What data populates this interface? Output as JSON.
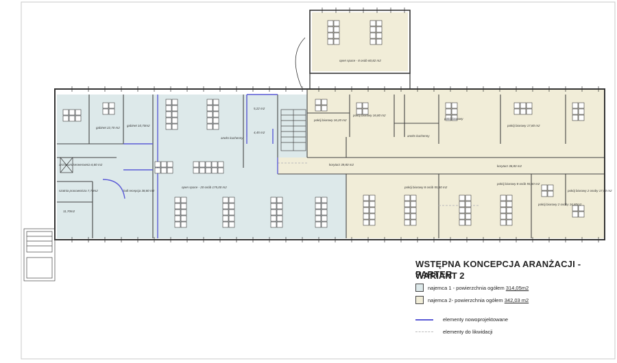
{
  "title": "WSTĘPNA KONCEPCJA ARANŻACJI - PARTER",
  "subtitle": "WARIANT 2",
  "legend": {
    "tenant1": {
      "label": "najemca 1 - powierzchnia ogółem",
      "area": "314,05m2",
      "color": "#dde9ea"
    },
    "tenant2": {
      "label": "najemca 2- powierzchnia ogółem",
      "area": "342,03 m2",
      "color": "#f1edd8"
    },
    "new_elements": {
      "label": "elementy nowoprojektowane",
      "color": "#5a5ad6"
    },
    "removed_elements": {
      "label": "elementy do likwidacji",
      "color": "#bbbbbb"
    }
  },
  "rooms": {
    "r1": "gabinet 22,70 m2",
    "r2": "gabinet 10,70m2",
    "r3": "archiwum/serwerownia 6,80 m2",
    "r4": "aneks kuchenny",
    "r5": "5,22 m2",
    "r6": "4,45 m2",
    "r7": "pokój biurowy 16,20 m2",
    "r8": "pokój biurowy 16,80 m2",
    "r9": "aneks kuchenny",
    "r10": "pokój biurowy",
    "r11": "pokój biurowy 17,80 m2",
    "r12": "open space - 8 osób 60,82 m2",
    "r13": "korytarz 39,80 m2",
    "r14": "korytarz 38,80 m2",
    "r15": "hall recepcja 38,80 m2",
    "r16": "open space - 20 osób 175,00 m2",
    "r17": "szatnia pracownicza 7,70m2",
    "r18": "11,70m2",
    "r19": "pokój biurowy 8 osób 55,60 m2",
    "r20": "pokój biurowy 8 osób 55,60 m2",
    "r21": "pokój biurowy 2 osoby 16,80m2",
    "r22": "pokój biurowy 2 osoby 17,80 m2"
  }
}
